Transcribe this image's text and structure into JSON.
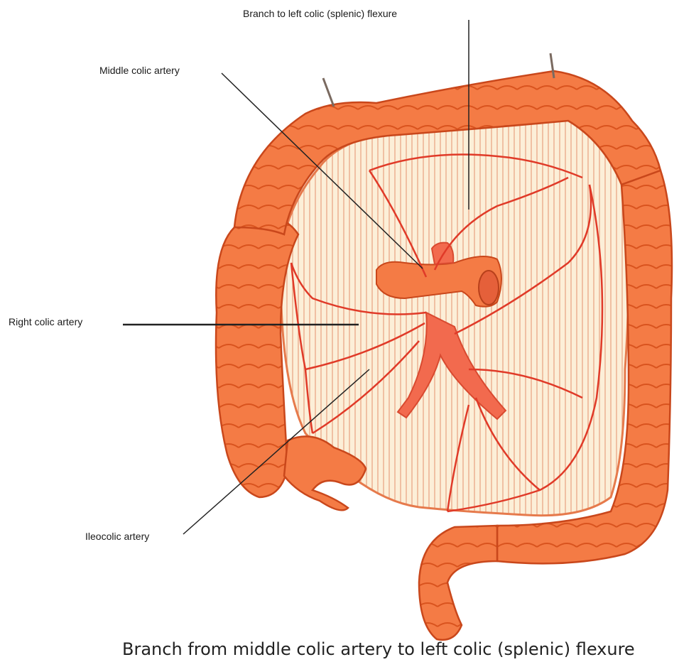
{
  "labels": {
    "branch_to_left_colic": "Branch to left colic (splenic) flexure",
    "middle_colic": "Middle colic artery",
    "right_colic": "Right colic artery",
    "ileocolic": "Ileocolic artery"
  },
  "caption": "Branch from middle colic artery to left colic (splenic) flexure",
  "colors": {
    "colon": "#F47B45",
    "colon_dark": "#D9531E",
    "mesentery": "#FCEFD8",
    "artery": "#E03A28",
    "aorta": "#F26A4E",
    "leader_line": "#222222"
  }
}
